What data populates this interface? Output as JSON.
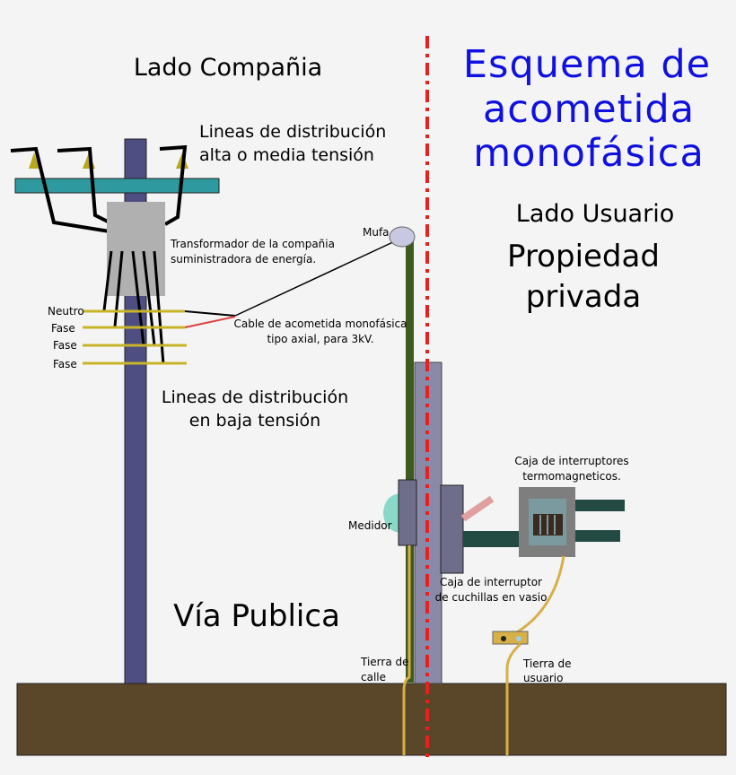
{
  "title": {
    "line1": "Esquema de",
    "line2": "acometida",
    "line3": "monofásica"
  },
  "sides": {
    "company": "Lado Compañia",
    "user": "Lado Usuario",
    "private_1": "Propiedad",
    "private_2": "privada",
    "public_road": "Vía Publica"
  },
  "labels": {
    "high_voltage_1": "Lineas de distribución",
    "high_voltage_2": "alta o media tensión",
    "transformer_1": "Transformador de la compañia",
    "transformer_2": "suministradora de energía.",
    "mufa": "Mufa",
    "neutro": "Neutro",
    "fase1": "Fase",
    "fase2": "Fase",
    "fase3": "Fase",
    "cable_1": "Cable de acometida monofásica",
    "cable_2": "tipo axial, para 3kV.",
    "low_voltage_1": "Lineas de distribución",
    "low_voltage_2": "en baja tensión",
    "breaker_box_1": "Caja de interruptores",
    "breaker_box_2": "termomagneticos.",
    "meter": "Medidor",
    "knife_switch_1": "Caja de interruptor",
    "knife_switch_2": "de cuchillas en vasio",
    "ground_street_1": "Tierra de",
    "ground_street_2": "calle",
    "ground_user_1": "Tierra de",
    "ground_user_2": "usuario"
  },
  "colors": {
    "title": "#1010e0",
    "boundary": "#e82020",
    "pole": "#4e4e82",
    "crossarm": "#2e9aa0",
    "transformer": "#b0b0b0",
    "wire_yellow": "#c8b428",
    "insulator": "#b8a818",
    "mast": "#3e5a20",
    "column": "#8a8aa8",
    "soil": "#5a4628",
    "ground_rod": "#d8b048",
    "conduit": "#244a44",
    "meter_glass": "#8ad8c8",
    "cable_red": "#e04040",
    "mufa": "#c8c8e0"
  }
}
